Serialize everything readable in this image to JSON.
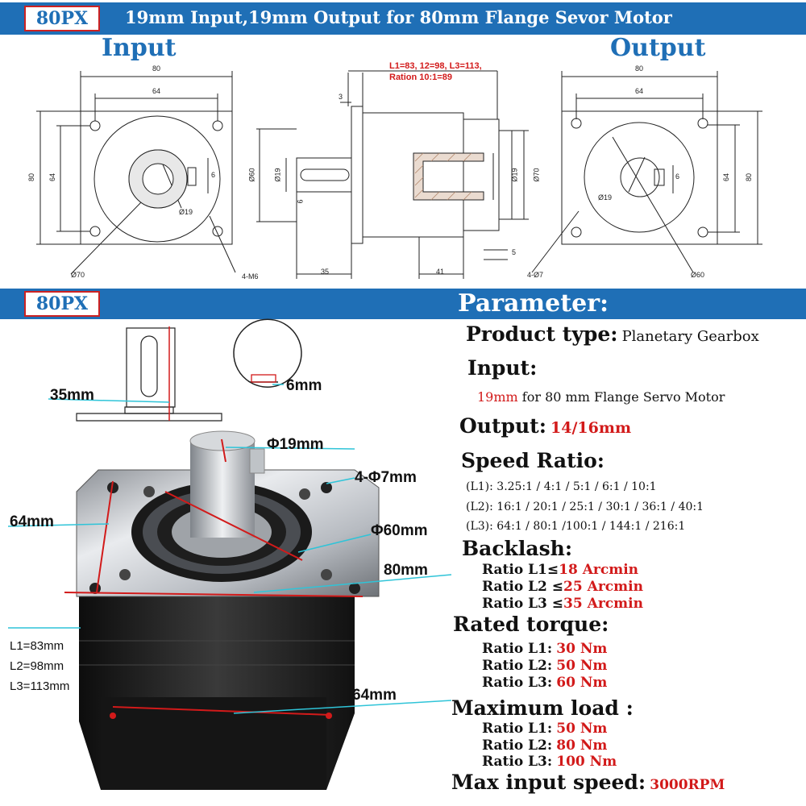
{
  "top_bar": {
    "badge": "80PX",
    "title": "19mm Input,19mm Output for 80mm Flange Sevor Motor"
  },
  "views": {
    "input_label": "Input",
    "output_label": "Output"
  },
  "input_drawing": {
    "d80": "80",
    "d64": "64",
    "side80": "80",
    "side64": "64",
    "d19": "Ø19",
    "d6": "6",
    "d70": "Ø70",
    "hole": "4-M6"
  },
  "side_drawing": {
    "note_line1": "L1=83, 12=98, L3=113,",
    "note_line2": "Ration 10:1=89",
    "d3": "3",
    "d60": "Ø60",
    "d19a": "Ø19",
    "d6": "6",
    "d19b": "Ø19",
    "d70": "Ø70",
    "d35": "35",
    "d41": "41",
    "d5": "5"
  },
  "output_drawing": {
    "d80": "80",
    "d64": "64",
    "side64": "64",
    "side80": "80",
    "d19": "Ø19",
    "d6": "6",
    "hole": "4-Ø7",
    "d60": "Ø60"
  },
  "param_bar": {
    "badge": "80PX",
    "title": "Parameter:"
  },
  "photo_annotations": {
    "shaft_length": "35mm",
    "key_width": "6mm",
    "shaft_diameter": "Φ19mm",
    "holes": "4-Φ7mm",
    "square_64": "64mm",
    "pilot": "Φ60mm",
    "flange_80": "80mm",
    "lengths": [
      "L1=83mm",
      "L2=98mm",
      "L3=113mm"
    ],
    "body_64": "64mm"
  },
  "params": {
    "product_type_label": "Product type:",
    "product_type_value": "Planetary Gearbox",
    "input_label": "Input:",
    "input_value_red": "19mm",
    "input_value_rest": "for 80 mm Flange Servo Motor",
    "output_label": "Output:",
    "output_value": "14/16mm",
    "speed_ratio_label": "Speed Ratio:",
    "speed_ratio_lines": [
      "(L1): 3.25:1 / 4:1 / 5:1 / 6:1 / 10:1",
      "(L2): 16:1 / 20:1 / 25:1 / 30:1 / 36:1 / 40:1",
      "(L3): 64:1 / 80:1 /100:1 / 144:1 / 216:1"
    ],
    "backlash_label": "Backlash:",
    "backlash": [
      {
        "k": "Ratio L1≤",
        "v": "18 Arcmin"
      },
      {
        "k": "Ratio L2 ≤",
        "v": "25 Arcmin"
      },
      {
        "k": "Ratio L3 ≤",
        "v": "35 Arcmin"
      }
    ],
    "torque_label": "Rated torque:",
    "torque": [
      {
        "k": "Ratio L1:",
        "v": "30 Nm"
      },
      {
        "k": "Ratio L2:",
        "v": "50 Nm"
      },
      {
        "k": "Ratio L3:",
        "v": "60 Nm"
      }
    ],
    "load_label": "Maximum load :",
    "load": [
      {
        "k": "Ratio L1:",
        "v": "50 Nm"
      },
      {
        "k": "Ratio L2:",
        "v": "80 Nm"
      },
      {
        "k": "Ratio L3:",
        "v": "100 Nm"
      }
    ],
    "speed_label": "Max input speed:",
    "speed_value": "3000RPM"
  }
}
